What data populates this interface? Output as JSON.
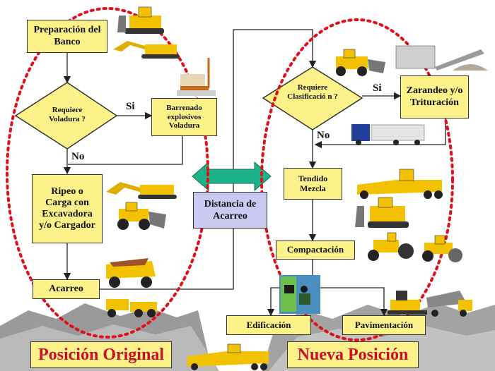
{
  "left_region": {
    "prep": "Preparación del Banco",
    "decision_blasting": "Requiere Voladura ?",
    "blasting": "Barrenado explosivos Voladura",
    "ripping": "Ripeo o Carga con Excavadora y/o Cargador",
    "hauling": "Acarreo",
    "label_yes": "Si",
    "label_no": "No",
    "caption": "Posición Original"
  },
  "middle": {
    "distance": "Distancia de Acarreo"
  },
  "right_region": {
    "decision_classification": "Requiere Clasificació n ?",
    "screening": "Zarandeo y/o Trituración",
    "spreading": "Tendido Mezcla",
    "compaction": "Compactación",
    "building": "Edificación",
    "paving": "Pavimentación",
    "label_yes": "Si",
    "label_no": "No",
    "caption": "Nueva Posición"
  },
  "colors": {
    "box_fill": "#fdf28a",
    "diamond_fill": "#fdf28a",
    "region_outline": "#e0101a",
    "distance_fill": "#c9c9f2",
    "double_arrow": "#1db38a",
    "caption_text": "#c8102e",
    "machinery": "#f2c200"
  }
}
